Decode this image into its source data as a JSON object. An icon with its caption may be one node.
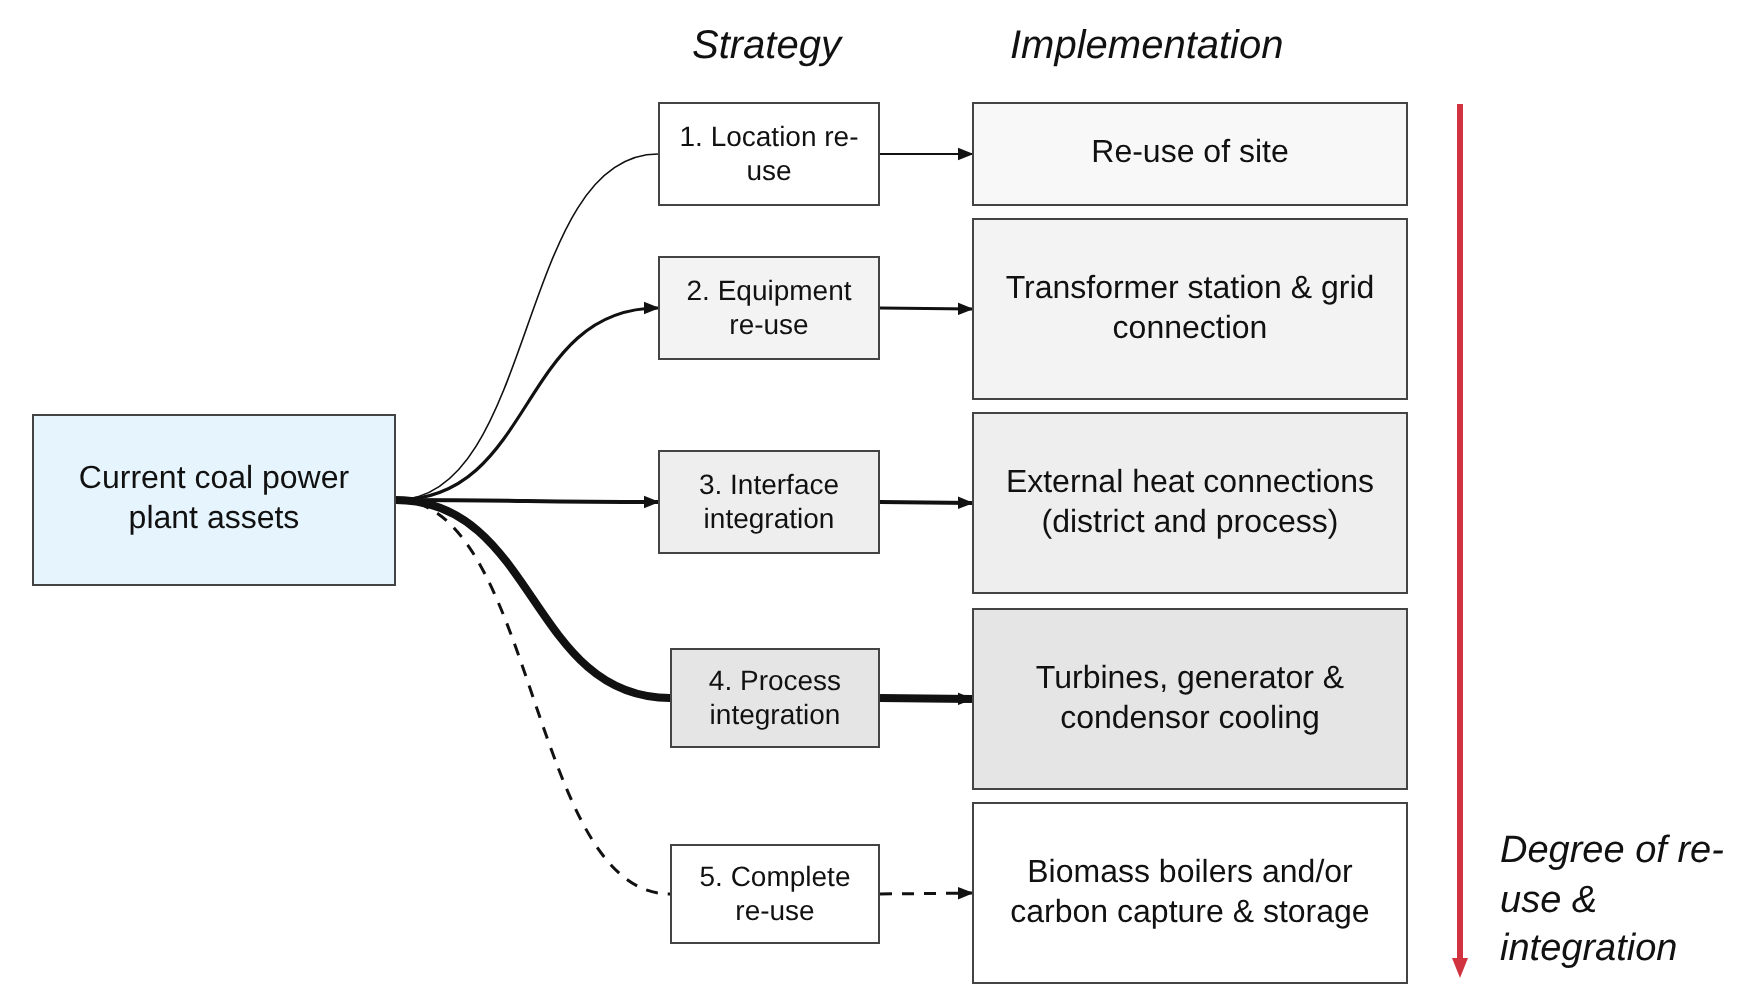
{
  "diagram": {
    "nodes": [
      {
        "text": [
          "Current coal power plant assets"
        ]
      },
      {
        "text": [
          "1. Location re-use"
        ]
      },
      {
        "text": [
          "2. Equipment re-use"
        ]
      },
      {
        "text": [
          "3. Interface integration"
        ]
      },
      {
        "text": [
          "4. Process integration"
        ]
      },
      {
        "text": [
          "5. Complete re-use"
        ]
      },
      {
        "text": [
          "Re-use of site"
        ]
      },
      {
        "text": [
          "Transformer station & grid connection"
        ]
      },
      {
        "text": [
          "External heat connections (district and process)"
        ]
      },
      {
        "text": [
          "Turbines, generator & condensor cooling"
        ]
      },
      {
        "text": [
          "Biomass boilers and/or carbon capture & storage"
        ]
      }
    ],
    "edges": [
      {
        "from": 0,
        "to": 1,
        "arrow": "none"
      },
      {
        "from": 0,
        "to": 2,
        "arrow": "to"
      },
      {
        "from": 0,
        "to": 3,
        "arrow": "to"
      },
      {
        "from": 0,
        "to": 4,
        "arrow": "none",
        "style": "thick"
      },
      {
        "from": 0,
        "to": 5,
        "arrow": "none",
        "style": "dashed"
      },
      {
        "from": 1,
        "to": 6,
        "arrow": "to"
      },
      {
        "from": 2,
        "to": 7,
        "arrow": "to"
      },
      {
        "from": 3,
        "to": 8,
        "arrow": "to"
      },
      {
        "from": 4,
        "to": 9,
        "arrow": "to",
        "style": "thick"
      },
      {
        "from": 5,
        "to": 10,
        "arrow": "to",
        "style": "dashed"
      }
    ],
    "labels": [
      "Strategy",
      "Implementation",
      "Degree of re-use & integration"
    ]
  }
}
